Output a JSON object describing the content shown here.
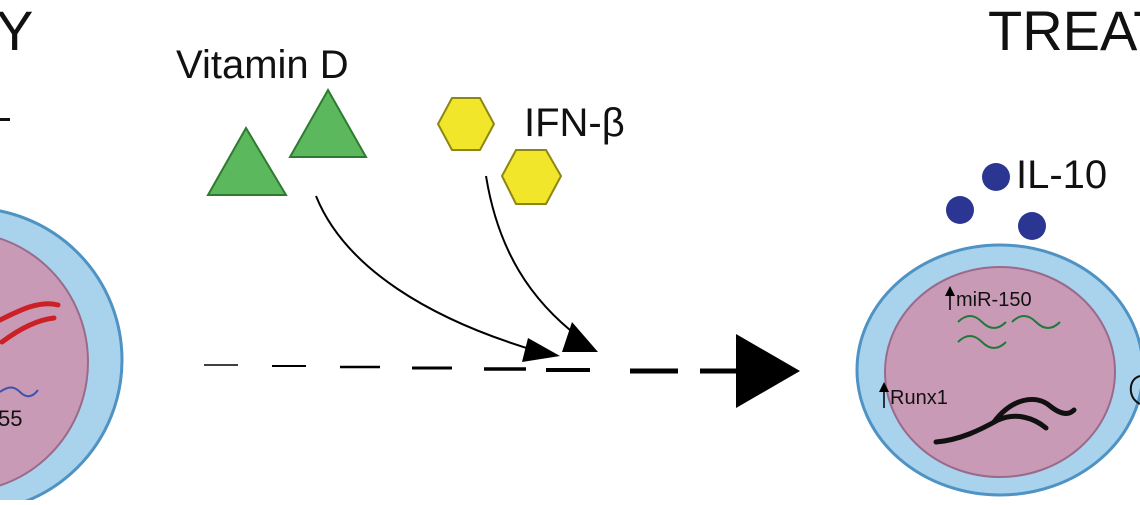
{
  "headings": {
    "left_partial": "Y",
    "right_partial": "TREAT"
  },
  "left_cell": {
    "mirna_label_partial": "55",
    "wave_colors": [
      "#cc2027",
      "#3d52b0"
    ]
  },
  "molecules": {
    "vitamin_d": {
      "label": "Vitamin D",
      "color": "#5cb85c"
    },
    "ifn_beta": {
      "label": "IFN-β",
      "color": "#f2e62a"
    },
    "il10": {
      "label": "IL-10",
      "color": "#2b3592"
    }
  },
  "right_cell": {
    "mirna_label": "miR-150",
    "gene_label": "Runx1",
    "mirna_wave_color": "#1f7a3a",
    "gene_wave_color": "#111111"
  },
  "colors": {
    "cell_membrane": "#a9d2ec",
    "cell_membrane_stroke": "#4f93c4",
    "nucleus": "#c99ab5",
    "nucleus_stroke": "#9a6a8b",
    "arrow": "#000000"
  }
}
